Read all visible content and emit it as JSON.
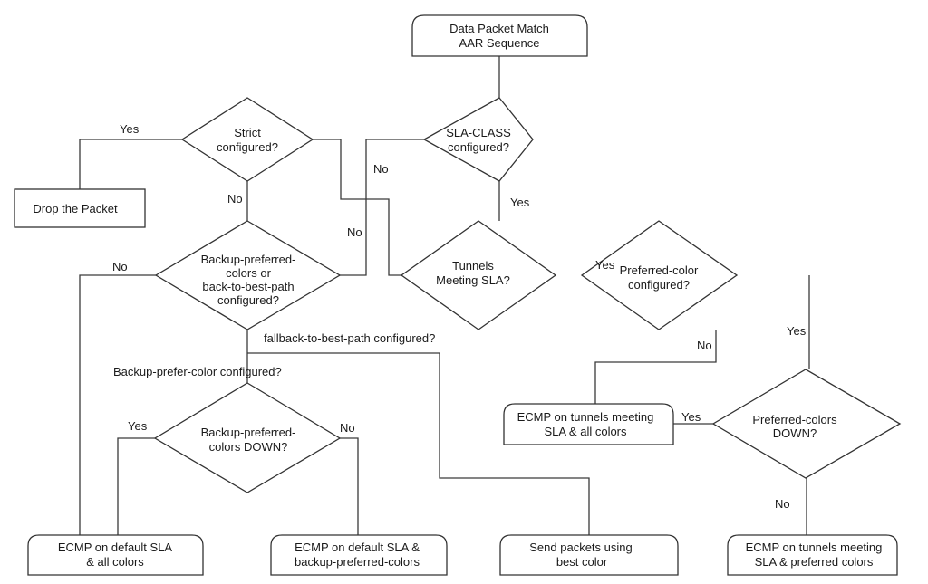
{
  "diagram": {
    "title": "AAR sequence data packet flow",
    "colors": {
      "stroke": "#333333",
      "text": "#1a1a1a",
      "background": "#ffffff"
    },
    "nodes": {
      "start": {
        "type": "terminal",
        "lines": [
          "Data Packet Match",
          "AAR Sequence"
        ]
      },
      "sla_class": {
        "type": "decision",
        "lines": [
          "SLA-CLASS",
          "configured?"
        ]
      },
      "strict": {
        "type": "decision",
        "lines": [
          "Strict",
          "configured?"
        ]
      },
      "drop": {
        "type": "process",
        "lines": [
          "Drop the Packet"
        ]
      },
      "backup_or_best": {
        "type": "decision",
        "lines": [
          "Backup-preferred-",
          "colors or",
          "back-to-best-path",
          "configured?"
        ]
      },
      "tunnels_sla": {
        "type": "decision",
        "lines": [
          "Tunnels",
          "Meeting SLA?"
        ]
      },
      "preferred_color": {
        "type": "decision",
        "lines": [
          "Preferred-color",
          "configured?"
        ]
      },
      "backup_down": {
        "type": "decision",
        "lines": [
          "Backup-preferred-",
          "colors DOWN?"
        ]
      },
      "preferred_down": {
        "type": "decision",
        "lines": [
          "Preferred-colors",
          "DOWN?"
        ]
      },
      "ecmp_sla_all": {
        "type": "terminal",
        "lines": [
          "ECMP on tunnels meeting",
          "SLA & all colors"
        ]
      },
      "ecmp_default_all": {
        "type": "terminal",
        "lines": [
          "ECMP on default SLA",
          "& all colors"
        ]
      },
      "ecmp_default_backup": {
        "type": "terminal",
        "lines": [
          "ECMP on default SLA &",
          "backup-preferred-colors"
        ]
      },
      "best_color": {
        "type": "terminal",
        "lines": [
          "Send packets using",
          "best color"
        ]
      },
      "ecmp_sla_preferred": {
        "type": "terminal",
        "lines": [
          "ECMP on tunnels meeting",
          "SLA & preferred colors"
        ]
      }
    },
    "edge_labels": {
      "strict_yes": "Yes",
      "strict_no": "No",
      "sla_no": "No",
      "tunnels_no": "No",
      "sla_yes": "Yes",
      "tunnels_yes": "Yes",
      "backup_no": "No",
      "fallback": "fallback-to-best-path configured?",
      "backup_prefer": "Backup-prefer-color configured?",
      "backup_down_yes": "Yes",
      "backup_down_no": "No",
      "pref_color_no": "No",
      "pref_color_yes": "Yes",
      "pref_down_yes": "Yes",
      "pref_down_no": "No"
    }
  }
}
